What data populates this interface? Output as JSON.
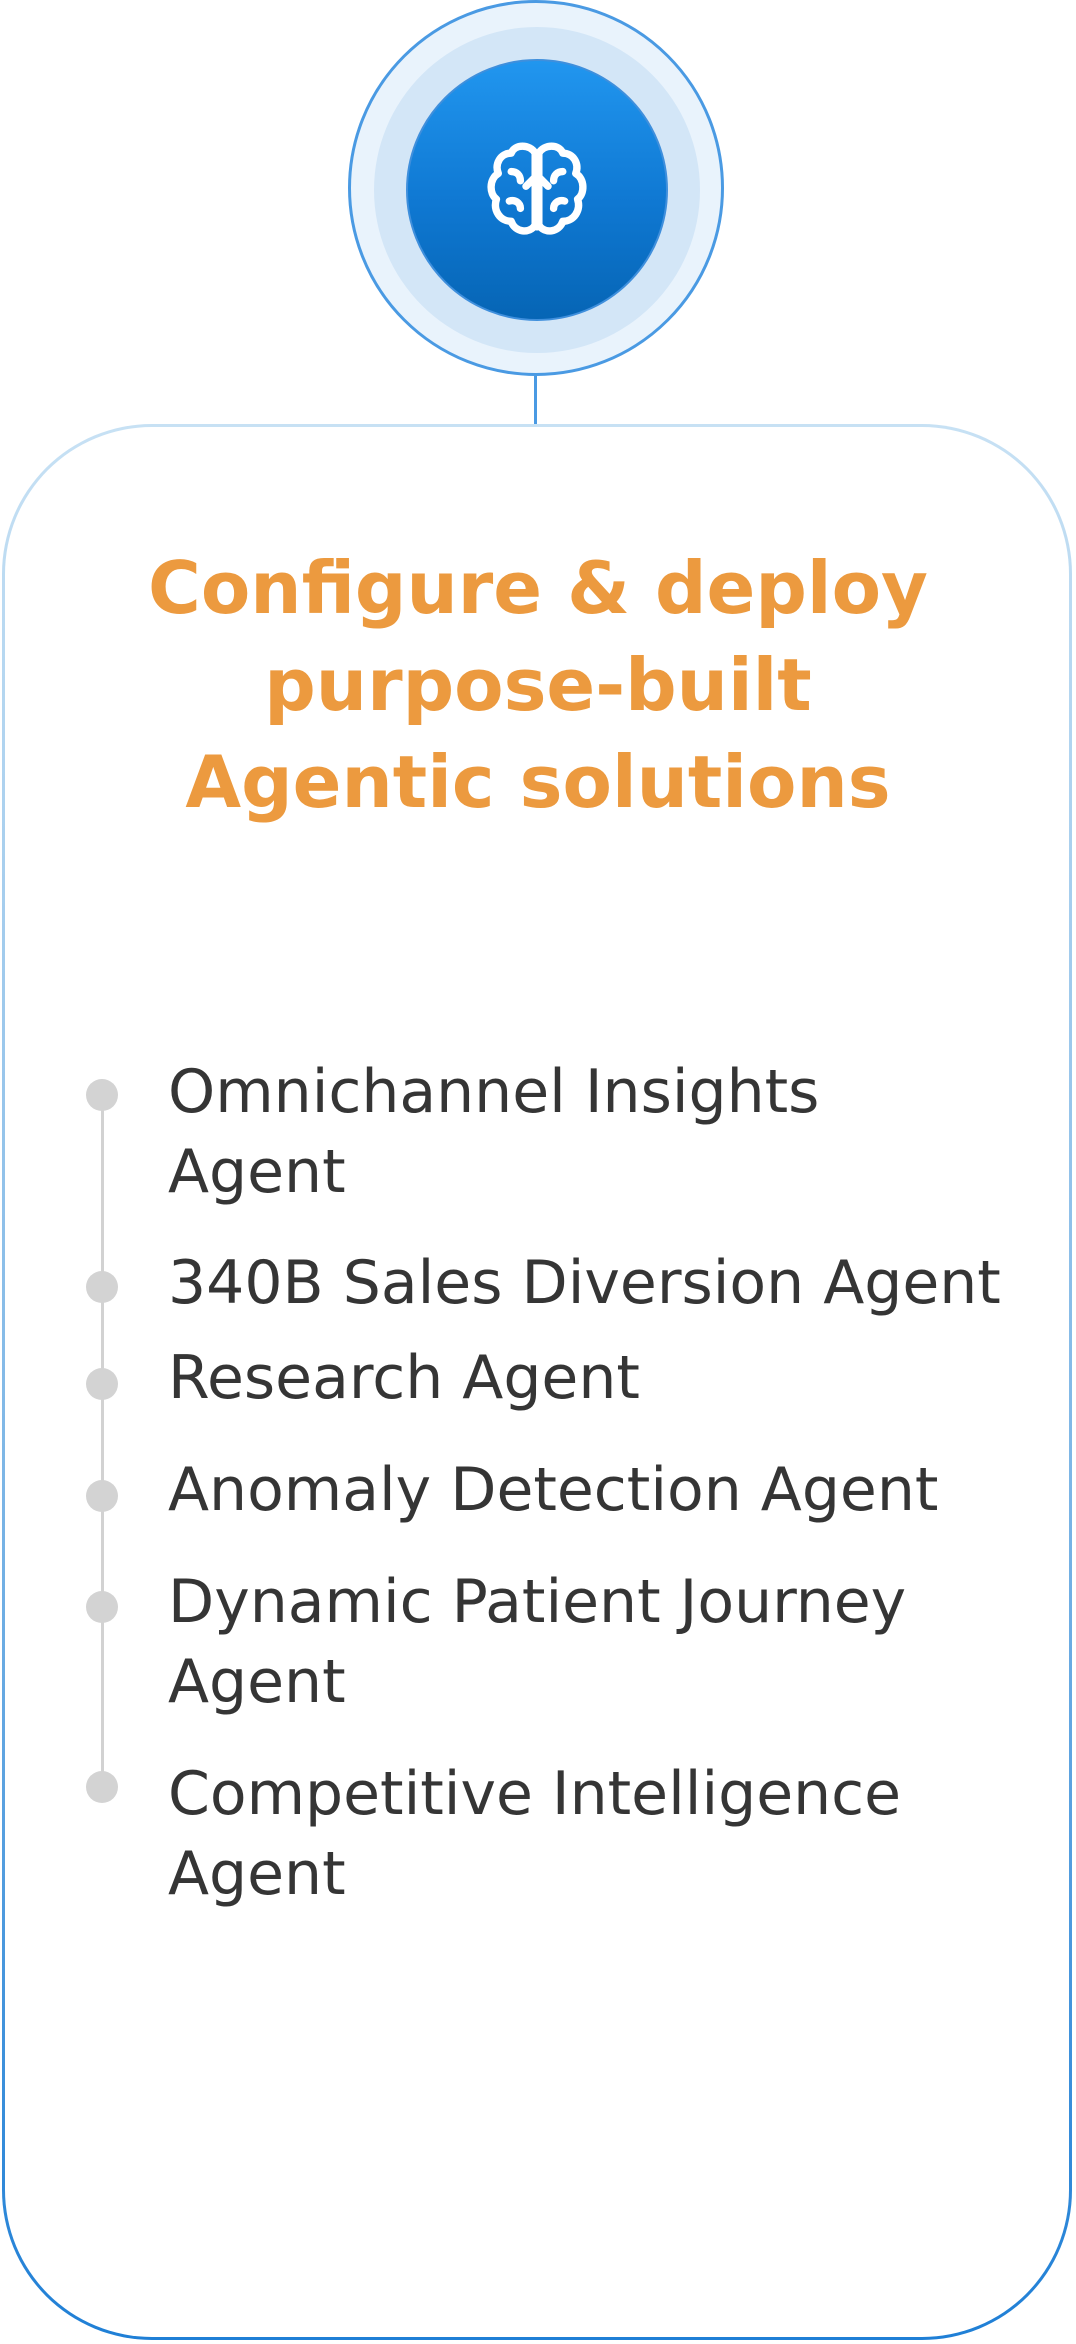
{
  "hero": {
    "icon": "brain-icon",
    "colors": {
      "ring": "#4a9ae3",
      "fill_top": "#2196ef",
      "fill_bottom": "#0665b5"
    }
  },
  "card": {
    "title_lines": [
      "Configure & deploy",
      "purpose-built",
      "Agentic solutions"
    ],
    "title_color": "#ec9a3f",
    "agents": [
      {
        "line1": "Omnichannel Insights",
        "line2": "Agent"
      },
      {
        "line1": "340B Sales Diversion Agent",
        "line2": ""
      },
      {
        "line1": "Research Agent",
        "line2": ""
      },
      {
        "line1": "Anomaly Detection Agent",
        "line2": ""
      },
      {
        "line1": "Dynamic Patient Journey",
        "line2": "Agent"
      },
      {
        "line1": "Competitive Intelligence",
        "line2": "Agent"
      }
    ]
  }
}
